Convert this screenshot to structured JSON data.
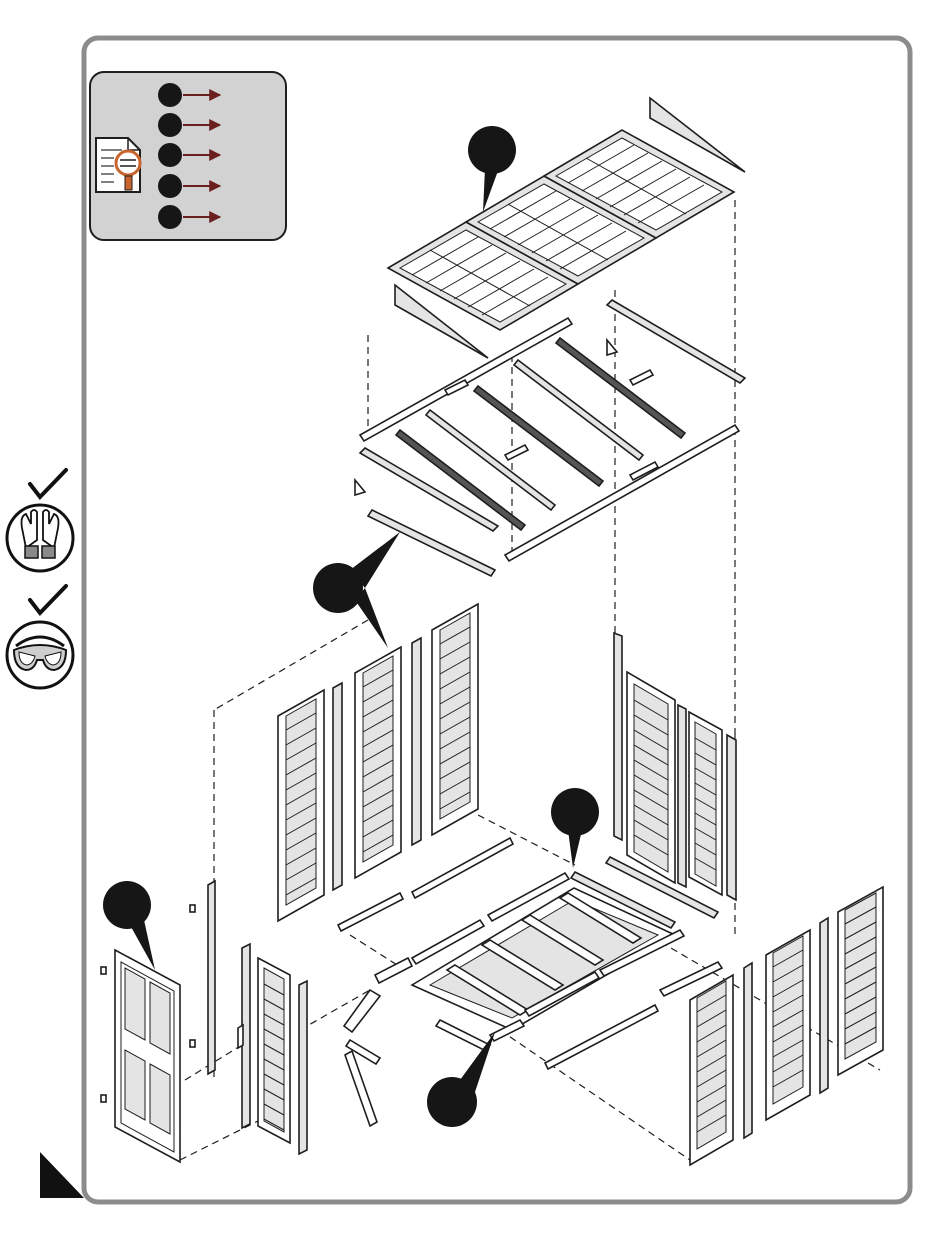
{
  "page": {
    "title": "",
    "background": "#ffffff"
  },
  "palette": {
    "frame_stroke": "#8c8c8c",
    "legend_fill": "#d2d2d2",
    "line": "#1e1e1e",
    "callout": "#161616",
    "panel_fill": "#ffffff",
    "slat_fill": "#e4e4e4",
    "arrow": "#6b1f1f"
  },
  "legend": {
    "icon": "document-magnifier-icon",
    "step_markers": 5
  },
  "safety_icons": [
    {
      "icon": "gloves-icon",
      "checked": true
    },
    {
      "icon": "safety-goggles-icon",
      "checked": true
    }
  ],
  "callouts": [
    {
      "name": "roof-callout",
      "label": ""
    },
    {
      "name": "roof-frame-callout",
      "label": ""
    },
    {
      "name": "floor-callout",
      "label": ""
    },
    {
      "name": "door-callout",
      "label": ""
    },
    {
      "name": "floor-front-callout",
      "label": ""
    }
  ],
  "parts": {
    "roof_panels": 3,
    "roof_beams": 5,
    "back_wall_panels": 3,
    "right_wall_panels": 2,
    "front_wall_panels": 3,
    "door_panels": 1,
    "side_panel_front_left": 1,
    "floor_sections": 1
  }
}
